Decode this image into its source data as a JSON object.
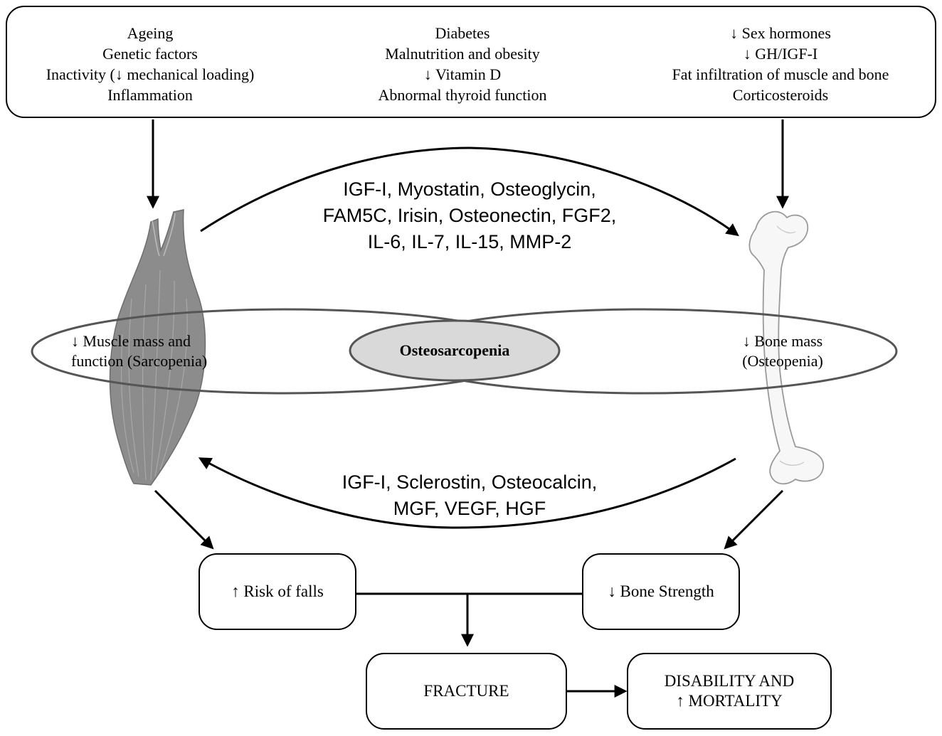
{
  "risk_factors": {
    "left": [
      "Ageing",
      "Genetic factors",
      "Inactivity (↓ mechanical loading)",
      "Inflammation"
    ],
    "center": [
      "Diabetes",
      "Malnutrition and obesity",
      "↓ Vitamin D",
      "Abnormal thyroid function"
    ],
    "right": [
      "↓ Sex hormones",
      "↓ GH/IGF-I",
      "Fat infiltration of muscle and bone",
      "Corticosteroids"
    ]
  },
  "signals": {
    "muscle_to_bone": [
      "IGF-I, Myostatin, Osteoglycin,",
      "FAM5C, Irisin, Osteonectin, FGF2,",
      "IL-6, IL-7, IL-15, MMP-2"
    ],
    "bone_to_muscle": [
      "IGF-I, Sclerostin, Osteocalcin,",
      "MGF, VEGF, HGF"
    ]
  },
  "venn": {
    "muscle_line1": "↓ Muscle mass and",
    "muscle_line2": "function (Sarcopenia)",
    "bone_line1": "↓ Bone mass",
    "bone_line2": "(Osteopenia)",
    "overlap": "Osteosarcopenia"
  },
  "outcomes": {
    "falls": "↑ Risk of falls",
    "bone_strength": "↓ Bone Strength",
    "fracture": "FRACTURE",
    "disability_line1": "DISABILITY AND",
    "disability_line2": "↑ MORTALITY"
  },
  "colors": {
    "muscle": "#8c8c8c",
    "bone_fill": "#f7f7f7",
    "overlap_fill": "#d9d9d9",
    "ellipse_stroke": "#555555"
  }
}
